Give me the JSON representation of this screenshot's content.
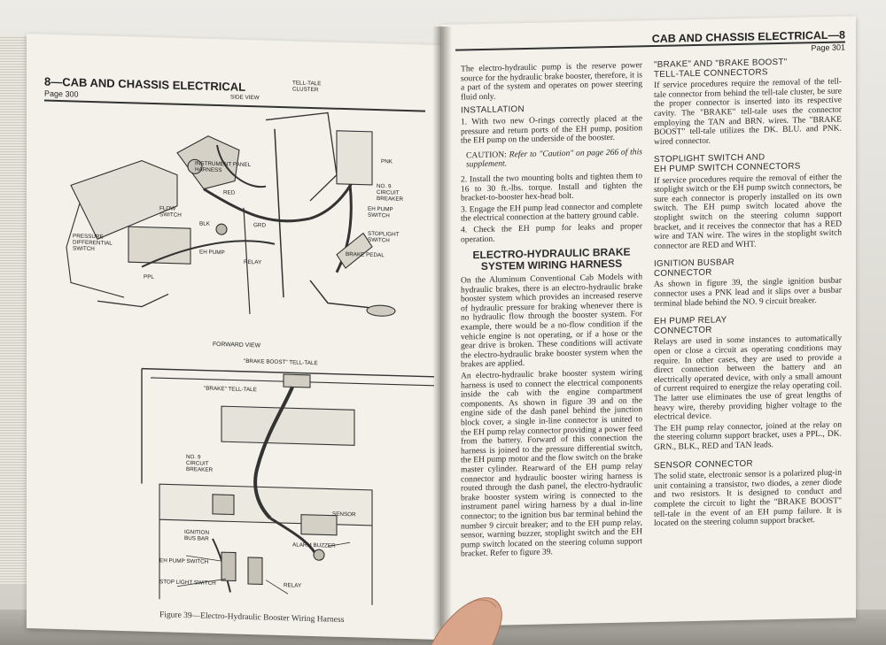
{
  "left_page": {
    "header": "8—CAB AND CHASSIS ELECTRICAL",
    "page_number": "Page 300",
    "side_view": {
      "title": "SIDE VIEW",
      "labels": {
        "tell_tale_cluster": "TELL-TALE\nCLUSTER",
        "pnk": "PNK",
        "instrument_panel_harness": "INSTRUMENT PANEL\nHARNESS",
        "red": "RED",
        "no9_breaker": "NO. 9\nCIRCUIT\nBREAKER",
        "flow_switch": "FLOW\nSWITCH",
        "blk": "BLK",
        "eh_pump_switch": "EH PUMP\nSWITCH",
        "grd": "GRD",
        "stoplight_switch": "STOPLIGHT\nSWITCH",
        "pressure_diff": "PRESSURE\nDIFFERENTIAL\nSWITCH",
        "eh_pump": "EH PUMP",
        "relay": "RELAY",
        "brake_pedal": "BRAKE PEDAL",
        "ppl": "PPL"
      }
    },
    "forward_view": {
      "title": "FORWARD VIEW",
      "labels": {
        "brake_boost_telltale": "\"BRAKE BOOST\" TELL-TALE",
        "brake_telltale": "\"BRAKE\" TELL-TALE",
        "no9_breaker": "NO. 9\nCIRCUIT\nBREAKER",
        "sensor": "SENSOR",
        "ignition_bus_bar": "IGNITION\nBUS BAR",
        "alarm_buzzer": "ALARM BUZZER",
        "eh_pump_switch": "EH PUMP SWITCH",
        "stop_light_switch": "STOP LIGHT SWITCH",
        "relay": "RELAY"
      }
    },
    "figure_caption": "Figure 39—Electro-Hydraulic Booster Wiring Harness"
  },
  "right_page": {
    "header": "CAB AND CHASSIS ELECTRICAL—8",
    "page_number": "Page 301",
    "col1": {
      "intro": "The electro-hydraulic pump is the reserve power source for the hydraulic brake booster, therefore, it is a part of the system and operates on power steering fluid only.",
      "installation_heading": "INSTALLATION",
      "step1": "1. With two new O-rings correctly placed at the pressure and return ports of the EH pump, position the EH pump on the underside of the booster.",
      "caution_label": "CAUTION:",
      "caution_text": "Refer to \"Caution\" on page 266 of this supplement.",
      "step2": "2. Install the two mounting bolts and tighten them to 16 to 30 ft.-lbs. torque. Install and tighten the bracket-to-booster hex-head bolt.",
      "step3": "3. Engage the EH pump lead connector and complete the electrical connection at the battery ground cable.",
      "step4": "4. Check the EH pump for leaks and proper operation.",
      "section_heading": "ELECTRO-HYDRAULIC BRAKE\nSYSTEM WIRING HARNESS",
      "para1": "On the Aluminum Conventional Cab Models with hydraulic brakes, there is an electro-hydraulic brake booster system which provides an increased reserve of hydraulic pressure for braking whenever there is no hydraulic flow through the booster system. For example, there would be a no-flow condition if the vehicle engine is not operating, or if a hose or the gear drive is broken. These conditions will activate the electro-hydraulic brake booster system when the brakes are applied.",
      "para2": "An electro-hydraulic brake booster system wiring harness is used to connect the electrical components inside the cab with the engine compartment components. As shown in figure 39 and on the engine side of the dash panel behind the junction block cover, a single in-line connector is united to the EH pump relay connector providing a power feed from the battery. Forward of this connection the harness is joined to the pressure differential switch, the EH pump motor and the flow switch on the brake master cylinder. Rearward of the EH pump relay connector and hydraulic booster wiring harness is routed through the dash panel, the electro-hydraulic brake booster system wiring is connected to the instrument panel wiring harness by a dual in-line connector; to the ignition bus bar terminal behind the number 9 circuit breaker; and to the EH pump relay, sensor, warning buzzer, stoplight switch and the EH pump switch located on the steering column support bracket. Refer to figure 39."
    },
    "col2": {
      "h1": "\"BRAKE\" AND \"BRAKE BOOST\"\nTELL-TALE CONNECTORS",
      "p1": "If service procedures require the removal of the tell-tale connector from behind the tell-tale cluster, be sure the proper connector is inserted into its respective cavity. The \"BRAKE\" tell-tale uses the connector employing the TAN and BRN. wires. The \"BRAKE BOOST\" tell-tale utilizes the DK. BLU. and PNK. wired connector.",
      "h2": "STOPLIGHT SWITCH AND\nEH PUMP SWITCH CONNECTORS",
      "p2": "If service procedures require the removal of either the stoplight switch or the EH pump switch connectors, be sure each connector is properly installed on its own switch. The EH pump switch located above the stoplight switch on the steering column support bracket, and it receives the connector that has a RED wire and TAN wire. The wires in the stoplight switch connector are RED and WHT.",
      "h3": "IGNITION BUSBAR\nCONNECTOR",
      "p3": "As shown in figure 39, the single ignition busbar connector uses a PNK lead and it slips over a busbar terminal blade behind the NO. 9 circuit breaker.",
      "h4": "EH PUMP RELAY\nCONNECTOR",
      "p4": "Relays are used in some instances to automatically open or close a circuit as operating conditions may require. In other cases, they are used to provide a direct connection between the battery and an electrically operated device, with only a small amount of current required to energize the relay operating coil. The latter use eliminates the use of great lengths of heavy wire, thereby providing higher voltage to the electrical device.",
      "p5": "The EH pump relay connector, joined at the relay on the steering column support bracket, uses a PPL., DK. GRN., BLK., RED and TAN leads.",
      "h5": "SENSOR CONNECTOR",
      "p6": "The solid state, electronic sensor is a polarized plug-in unit containing a transistor, two diodes, a zener diode and two resistors. It is designed to conduct and complete the circuit to light the \"BRAKE BOOST\" tell-tale in the event of an EH pump failure. It is located on the steering column support bracket."
    }
  }
}
